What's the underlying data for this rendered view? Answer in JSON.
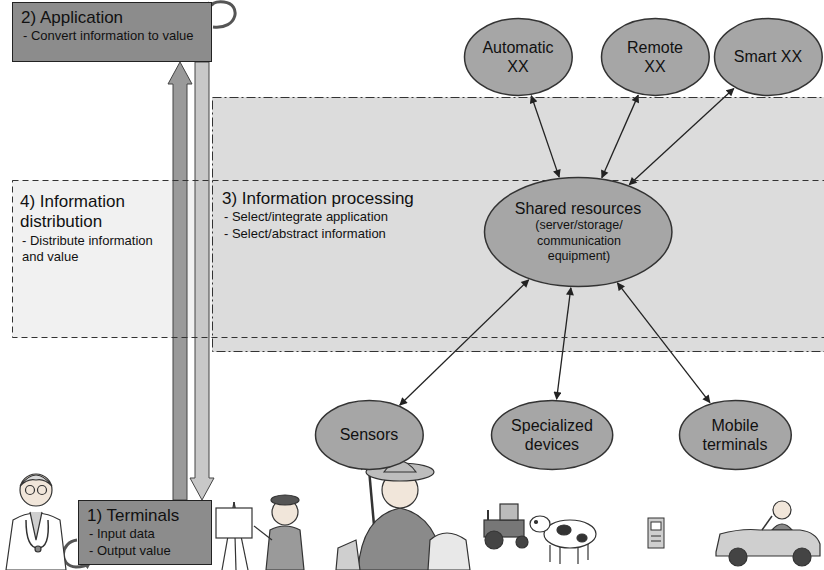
{
  "diagram": {
    "nodes": [
      {
        "text": [
          "2) Application",
          "- Convert information to value"
        ]
      },
      {
        "text": [
          "1) Terminals",
          "- Input data",
          "- Output value"
        ]
      },
      {
        "text": [
          "4) Information distribution",
          "- Distribute information and value"
        ]
      },
      {
        "text": [
          "3) Information processing",
          "- Select/integrate application",
          "- Select/abstract information"
        ]
      },
      {
        "text": [
          "Shared resources",
          "(server/storage/ communication equipment)"
        ],
        "in": 3
      },
      {
        "text": [
          "Automatic XX"
        ]
      },
      {
        "text": [
          "Remote XX"
        ]
      },
      {
        "text": [
          "Smart XX"
        ]
      },
      {
        "text": [
          "Sensors"
        ]
      },
      {
        "text": [
          "Specialized devices"
        ]
      },
      {
        "text": [
          "Mobile terminals"
        ]
      }
    ],
    "edges": [
      {
        "from": 1,
        "to": 0,
        "arrow": "to"
      },
      {
        "from": 0,
        "to": 1,
        "arrow": "to"
      },
      {
        "from": 4,
        "to": 5,
        "arrow": "both"
      },
      {
        "from": 4,
        "to": 6,
        "arrow": "both"
      },
      {
        "from": 4,
        "to": 7,
        "arrow": "both"
      },
      {
        "from": 4,
        "to": 8,
        "arrow": "both"
      },
      {
        "from": 4,
        "to": 9,
        "arrow": "both"
      },
      {
        "from": 4,
        "to": 10,
        "arrow": "both"
      }
    ]
  }
}
